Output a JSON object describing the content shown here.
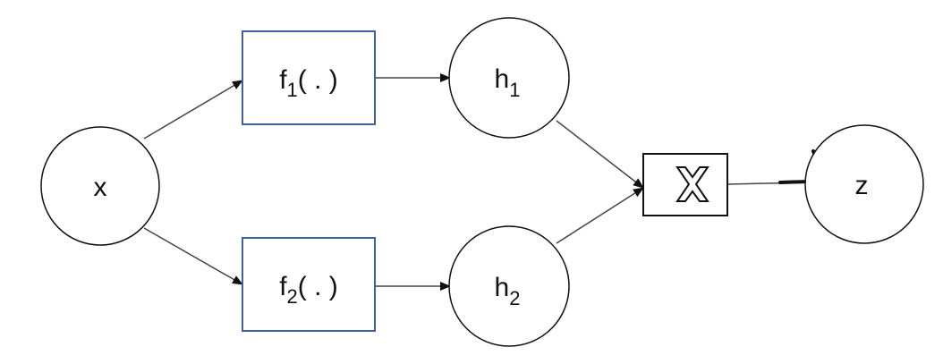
{
  "diagram": {
    "nodes": {
      "x": {
        "label": "x"
      },
      "f1": {
        "label": "f",
        "subscript": "1",
        "suffix": "( . )"
      },
      "f2": {
        "label": "f",
        "subscript": "2",
        "suffix": "( . )"
      },
      "h1": {
        "label": "h",
        "subscript": "1"
      },
      "h2": {
        "label": "h",
        "subscript": "2"
      },
      "multiply": {
        "icon": "multiply-icon"
      },
      "z": {
        "label": "z"
      }
    },
    "edges": [
      {
        "from": "x",
        "to": "f1"
      },
      {
        "from": "x",
        "to": "f2"
      },
      {
        "from": "f1",
        "to": "h1"
      },
      {
        "from": "f2",
        "to": "h2"
      },
      {
        "from": "h1",
        "to": "multiply"
      },
      {
        "from": "h2",
        "to": "multiply"
      },
      {
        "from": "multiply",
        "to": "z"
      }
    ],
    "colors": {
      "function_box_border": "#3f5f9f",
      "stroke": "#111111",
      "edge": "#444444",
      "background": "#ffffff"
    }
  }
}
